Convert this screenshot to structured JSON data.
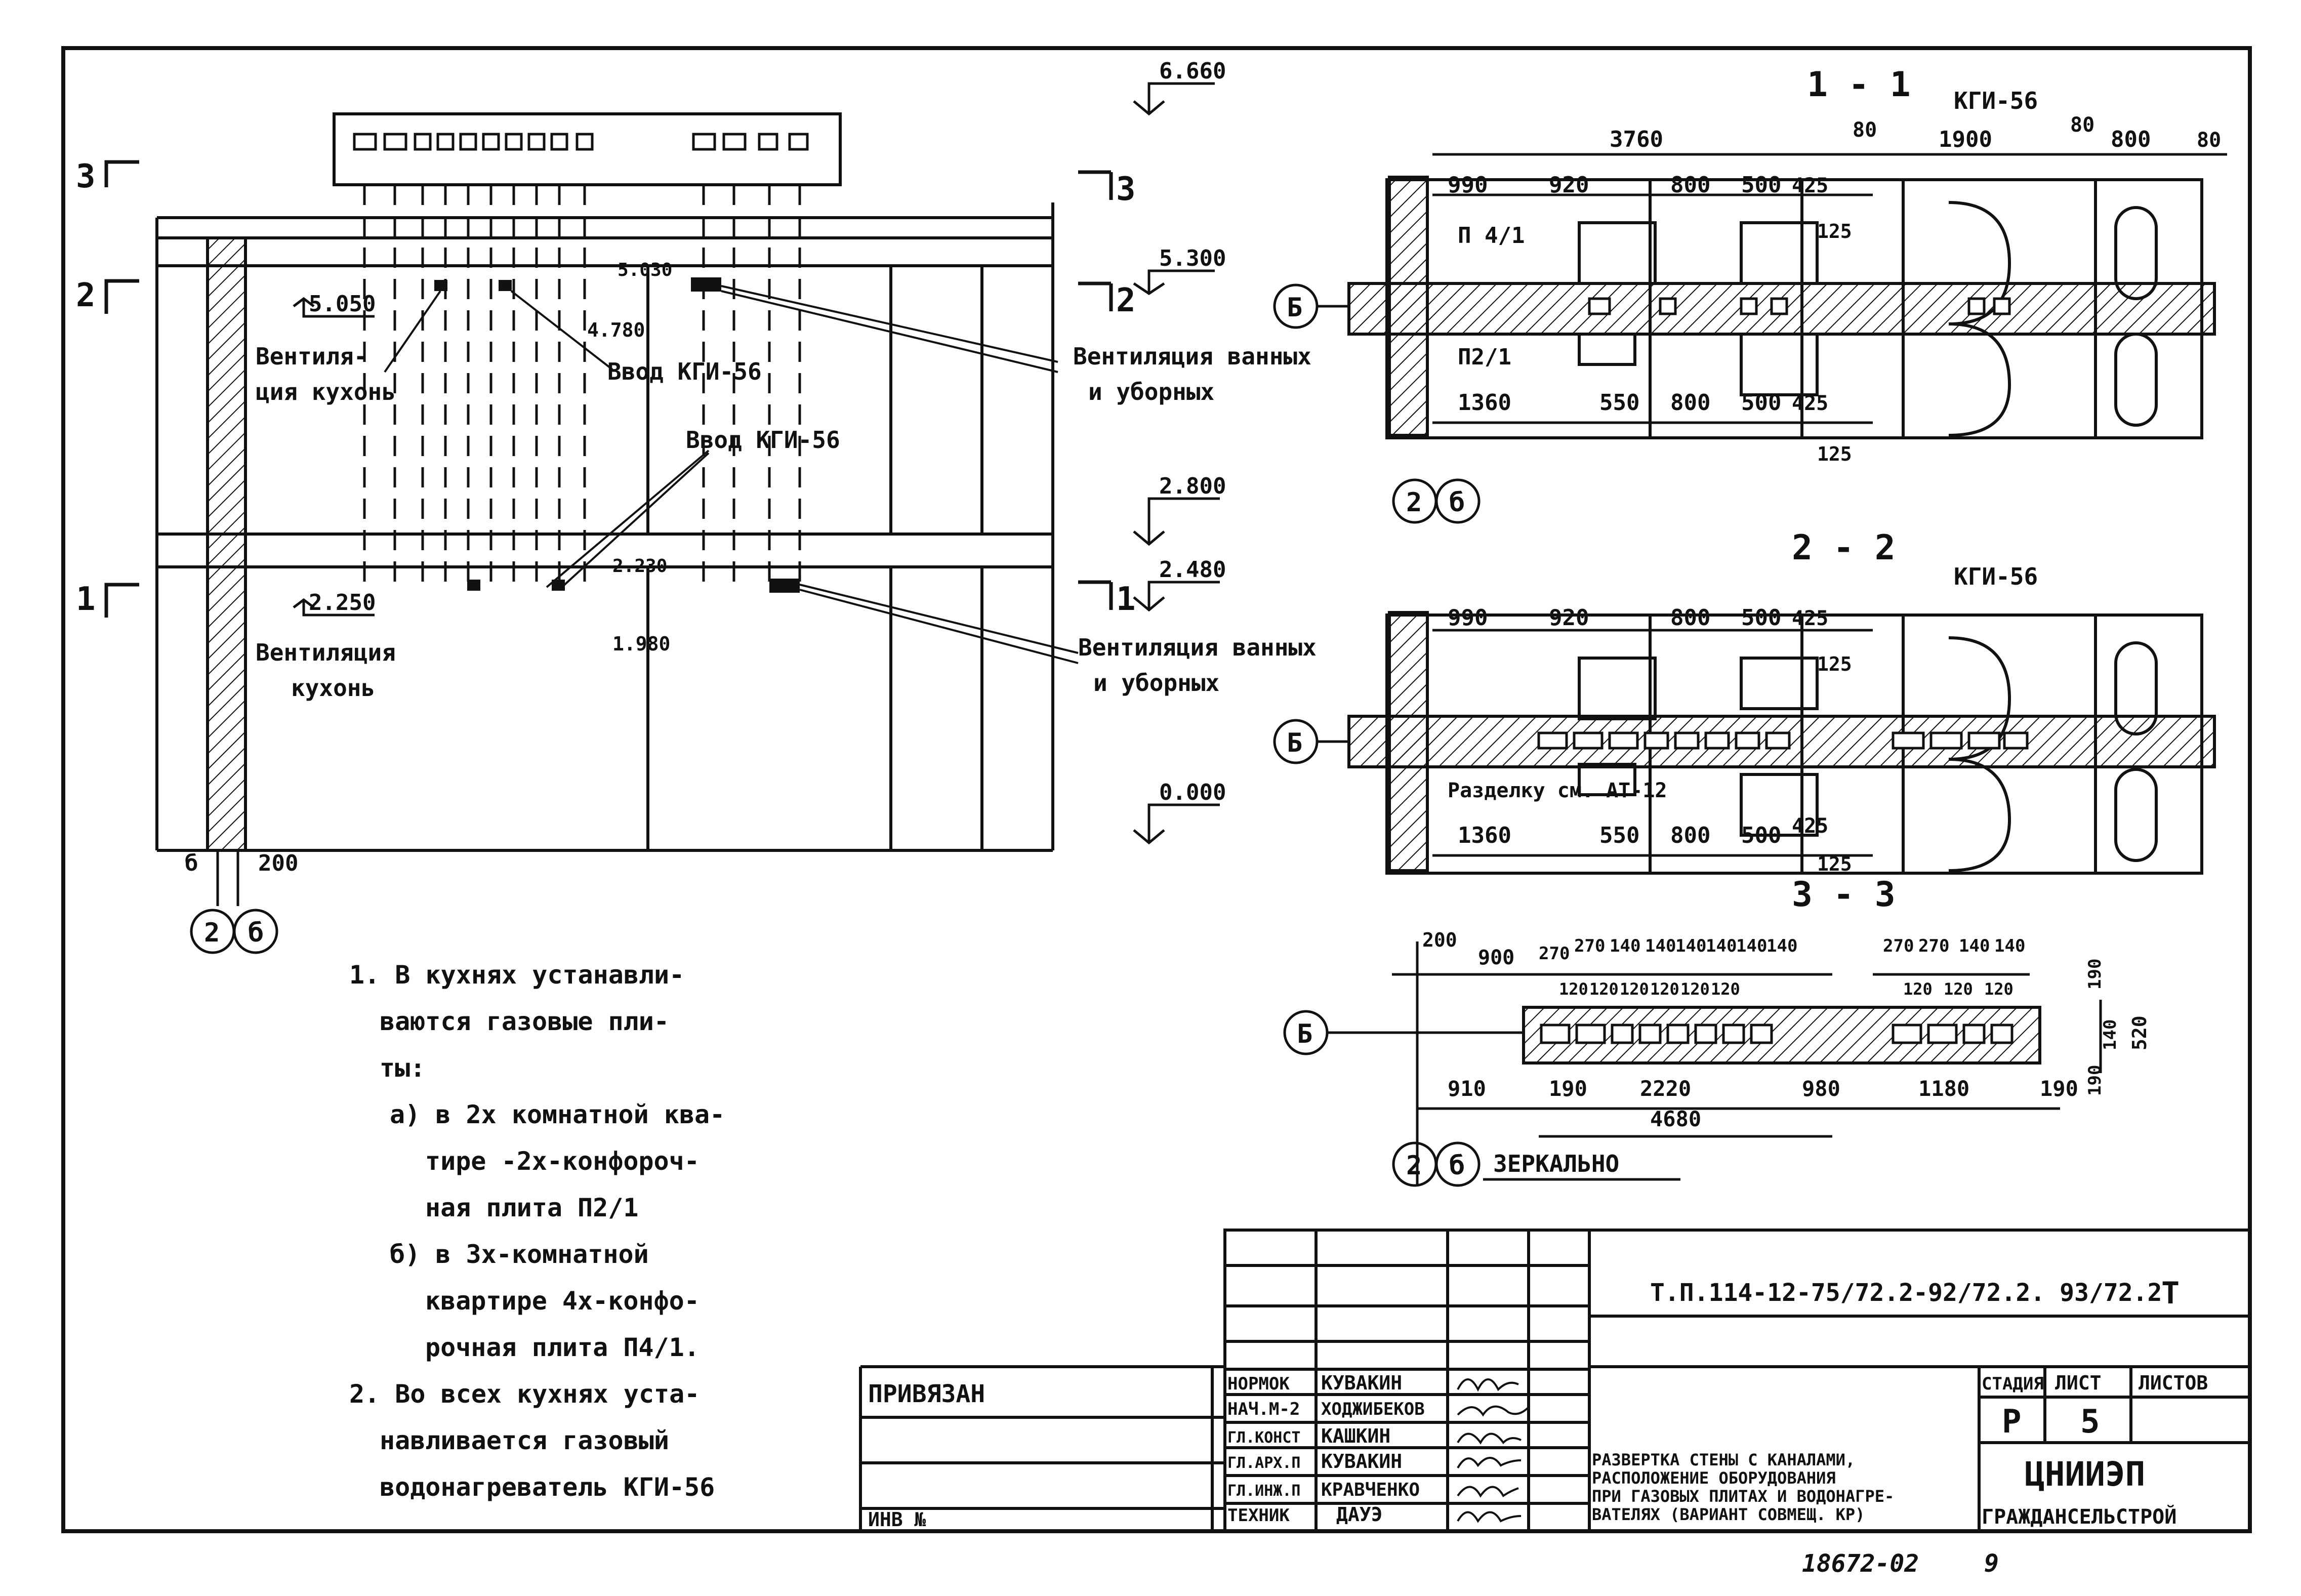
{
  "sheet": {
    "doc_code": "Т.П.114-12-75/72.2-92/72.2. 93/72.2",
    "doc_type": "Т",
    "drawing_title": "РАЗВЕРТКА СТЕНЫ С КАНАЛАМИ, РАСПОЛОЖЕНИЕ ОБОРУДОВАНИЯ ПРИ ГАЗОВЫХ ПЛИТАХ И ВОДОНАГРЕВАТЕЛЯХ (ВАРИАНТ СОВМЕЩ. КР)",
    "org_line1": "ЦНИИЭП",
    "org_line2": "ГРАЖДАНСЕЛЬСТРОЙ",
    "stage_header": "СТАДИЯ",
    "sheet_header": "ЛИСТ",
    "sheets_header": "ЛИСТОВ",
    "stage": "Р",
    "sheet_no": "5",
    "sheets_total": "",
    "bound_label": "ПРИВЯЗАН",
    "inv_label": "ИНВ №",
    "bottom_stamp": "18672-02",
    "bottom_page": "9"
  },
  "signatures": [
    {
      "role": "НОРМОК",
      "name": "КУВАКИН"
    },
    {
      "role": "НАЧ.М-2",
      "name": "ХОДЖИБЕКОВ"
    },
    {
      "role": "ГЛ.КОНСТ",
      "name": "КАШКИН"
    },
    {
      "role": "ГЛ.АРХ.П",
      "name": "КУВАКИН"
    },
    {
      "role": "ГЛ.ИНЖ.П",
      "name": "КРАВЧЕНКО"
    },
    {
      "role": "ТЕХНИК",
      "name": "ДАУЭ"
    }
  ],
  "elevation": {
    "levels": [
      "6.660",
      "5.300",
      "2.800",
      "2.480",
      "0.000"
    ],
    "local_levels": [
      "5.050",
      "4.780",
      "5.030",
      "2.250",
      "2.230",
      "1.980"
    ],
    "section_marks": [
      "3",
      "2",
      "1",
      "3",
      "2",
      "1"
    ],
    "labels": {
      "vent_kitchen_1": "Вентиля-",
      "vent_kitchen_2": "ция кухонь",
      "input_kgi_1": "Ввод КГИ-56",
      "vent_bath_1": "Вентиляция ванных",
      "vent_bath_2": "и уборных",
      "input_kgi_2": "Ввод КГИ-56",
      "vent_kitchen_b1": "Вентиляция",
      "vent_kitchen_b2": "кухонь",
      "vent_bath_b1": "Вентиляция ванных",
      "vent_bath_b2": "и уборных"
    },
    "bottom_dims": [
      "б",
      "200"
    ],
    "axes": [
      "2",
      "б"
    ]
  },
  "section_1_1": {
    "title": "1 - 1",
    "equipment_label": "КГИ-56",
    "top_dims": [
      "3760",
      "80",
      "1900",
      "80",
      "800",
      "80"
    ],
    "row_dims_top": [
      "990",
      "920",
      "800",
      "500",
      "425"
    ],
    "row_dims_bottom": [
      "1360",
      "550",
      "800",
      "500",
      "425"
    ],
    "small_dims": [
      "125",
      "125"
    ],
    "stove_labels": [
      "П 4/1",
      "П2/1"
    ],
    "axis_wall": "Б",
    "axes": [
      "2",
      "б"
    ]
  },
  "section_2_2": {
    "title": "2 - 2",
    "equipment_label": "КГИ-56",
    "row_dims_top": [
      "990",
      "920",
      "800",
      "500",
      "425"
    ],
    "row_dims_bottom": [
      "1360",
      "550",
      "800",
      "500",
      "425"
    ],
    "small_dims": [
      "125",
      "125"
    ],
    "note": "Разделку см. АТ-12",
    "axis_wall": "Б"
  },
  "section_3_3": {
    "title": "3 - 3",
    "dims_top": [
      "200",
      "900",
      "270",
      "270",
      "140",
      "140",
      "140",
      "140",
      "140",
      "140"
    ],
    "dims_top_right": [
      "270",
      "270",
      "140",
      "140"
    ],
    "dims_mid": [
      "120",
      "120",
      "120",
      "120",
      "120",
      "120",
      "120",
      "120",
      "120"
    ],
    "dims_side": [
      "190",
      "140",
      "190",
      "520"
    ],
    "dims_bottom": [
      "910",
      "190",
      "2220",
      "980",
      "1180",
      "190"
    ],
    "total": "4680",
    "axis_wall": "Б",
    "axes": [
      "2",
      "б"
    ],
    "mirror": "ЗЕРКАЛЬНО"
  },
  "notes": [
    "1. В кухнях устанавли-",
    "ваются газовые пли-",
    "ты:",
    "а) в 2х комнатной ква-",
    "тире -2х-конфороч-",
    "ная плита П2/1",
    "б) в 3х-комнатной",
    "квартире 4х-конфо-",
    "рочная плита П4/1.",
    "2. Во всех кухнях уста-",
    "навливается газовый",
    "водонагреватель КГИ-56"
  ]
}
